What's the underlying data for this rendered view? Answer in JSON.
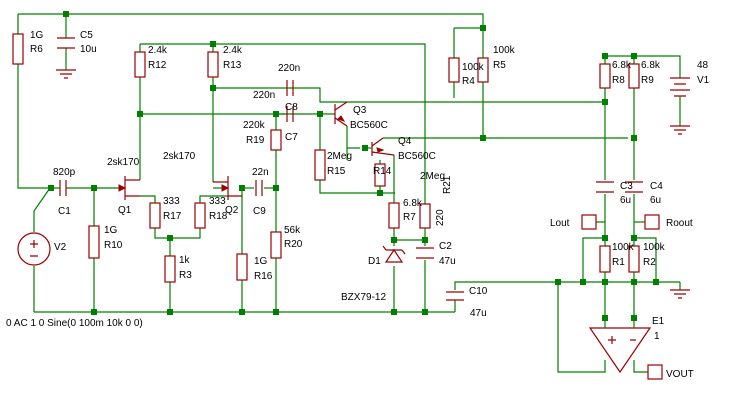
{
  "schematic": {
    "labels": [
      {
        "id": "r6-value",
        "text": "1G"
      },
      {
        "id": "r6-name",
        "text": "R6"
      },
      {
        "id": "c5-name",
        "text": "C5"
      },
      {
        "id": "c5-value",
        "text": "10u"
      },
      {
        "id": "r12-value",
        "text": "2.4k"
      },
      {
        "id": "r12-name",
        "text": "R12"
      },
      {
        "id": "r13-value",
        "text": "2.4k"
      },
      {
        "id": "r13-name",
        "text": "R13"
      },
      {
        "id": "c8-value-top",
        "text": "220n"
      },
      {
        "id": "c8-value",
        "text": "220n"
      },
      {
        "id": "c8-name",
        "text": "C8"
      },
      {
        "id": "c7-value",
        "text": "220k"
      },
      {
        "id": "c7-name",
        "text": "C7"
      },
      {
        "id": "r19-name",
        "text": "R19"
      },
      {
        "id": "q3-name",
        "text": "Q3"
      },
      {
        "id": "q3-type",
        "text": "BC560C"
      },
      {
        "id": "q4-name",
        "text": "Q4"
      },
      {
        "id": "q4-type",
        "text": "BC560C"
      },
      {
        "id": "r4-value",
        "text": "100k"
      },
      {
        "id": "r4-name",
        "text": "R4"
      },
      {
        "id": "r5-value",
        "text": "100k"
      },
      {
        "id": "r5-name",
        "text": "R5"
      },
      {
        "id": "r8-value",
        "text": "6.8k"
      },
      {
        "id": "r8-name",
        "text": "R8"
      },
      {
        "id": "r9-value",
        "text": "6.8k"
      },
      {
        "id": "r9-name",
        "text": "R9"
      },
      {
        "id": "v1-value",
        "text": "48"
      },
      {
        "id": "v1-name",
        "text": "V1"
      },
      {
        "id": "q1-type",
        "text": "2sk170"
      },
      {
        "id": "q2-type",
        "text": "2sk170"
      },
      {
        "id": "q1-name",
        "text": "Q1"
      },
      {
        "id": "q2-name",
        "text": "Q2"
      },
      {
        "id": "c1-value",
        "text": "820p"
      },
      {
        "id": "c1-name",
        "text": "C1"
      },
      {
        "id": "r17-value",
        "text": "333"
      },
      {
        "id": "r17-name",
        "text": "R17"
      },
      {
        "id": "r18-value",
        "text": "333"
      },
      {
        "id": "r18-name",
        "text": "R18"
      },
      {
        "id": "c9-value",
        "text": "22n"
      },
      {
        "id": "c9-name",
        "text": "C9"
      },
      {
        "id": "r15-value",
        "text": "2Meg"
      },
      {
        "id": "r15-name",
        "text": "R15"
      },
      {
        "id": "r14-name",
        "text": "R14"
      },
      {
        "id": "r21-value",
        "text": "2Meg"
      },
      {
        "id": "r21-name",
        "text": "R21"
      },
      {
        "id": "c3-name",
        "text": "C3"
      },
      {
        "id": "c3-value",
        "text": "6u"
      },
      {
        "id": "c4-name",
        "text": "C4"
      },
      {
        "id": "c4-value",
        "text": "6u"
      },
      {
        "id": "r10-value",
        "text": "1G"
      },
      {
        "id": "r10-name",
        "text": "R10"
      },
      {
        "id": "r3-value",
        "text": "1k"
      },
      {
        "id": "r3-name",
        "text": "R3"
      },
      {
        "id": "r16-value",
        "text": "1G"
      },
      {
        "id": "r16-name",
        "text": "R16"
      },
      {
        "id": "r20-value",
        "text": "56k"
      },
      {
        "id": "r20-name",
        "text": "R20"
      },
      {
        "id": "r7-value",
        "text": "6.8k"
      },
      {
        "id": "r7-name",
        "text": "R7"
      },
      {
        "id": "r11-value",
        "text": "220"
      },
      {
        "id": "c2-name",
        "text": "C2"
      },
      {
        "id": "c2-value",
        "text": "47u"
      },
      {
        "id": "d1-name",
        "text": "D1"
      },
      {
        "id": "d1-type",
        "text": "BZX79-12"
      },
      {
        "id": "c10-name",
        "text": "C10"
      },
      {
        "id": "c10-value",
        "text": "47u"
      },
      {
        "id": "v2-name",
        "text": "V2"
      },
      {
        "id": "v2-spec",
        "text": "0 AC 1 0 Sine(0 100m 10k 0 0)"
      },
      {
        "id": "r1-value",
        "text": "100k"
      },
      {
        "id": "r1-name",
        "text": "R1"
      },
      {
        "id": "r2-value",
        "text": "100k"
      },
      {
        "id": "r2-name",
        "text": "R2"
      },
      {
        "id": "e1-name",
        "text": "E1"
      },
      {
        "id": "e1-gain",
        "text": "1"
      },
      {
        "id": "lout-label",
        "text": "Lout"
      },
      {
        "id": "rout-label",
        "text": "Roout"
      },
      {
        "id": "vout-label",
        "text": "VOUT"
      }
    ],
    "colors": {
      "wire": "#008000",
      "component": "#9b0000",
      "text": "#000000",
      "background": "#ffffff"
    }
  }
}
